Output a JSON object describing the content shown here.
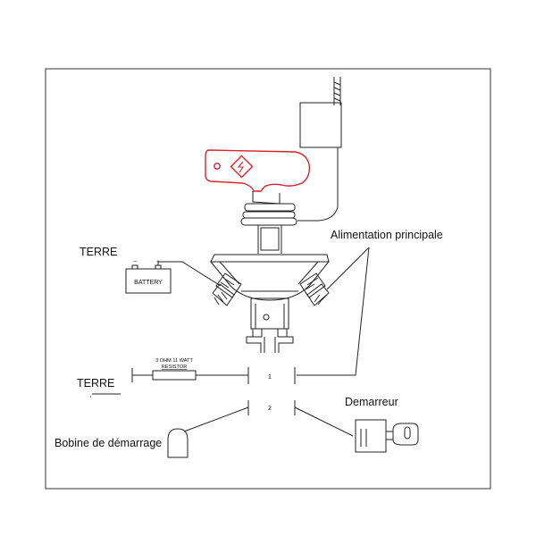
{
  "labels": {
    "terre_top": "TERRE",
    "terre_bottom": "TERRE",
    "alimentation": "Alimentation principale",
    "demarreur": "Demarreur",
    "bobine": "Bobine de démarrage",
    "battery": "BATTERY",
    "battery_minus": "−",
    "battery_plus": "+",
    "resistor_spec": "3 OHM 11 WATT",
    "resistor_name": "RESISTOR",
    "contact_1": "1",
    "contact_2": "2"
  },
  "colors": {
    "line": "#222222",
    "key_red": "#d9232d",
    "frame": "#333333"
  },
  "icons": {
    "switch_key": "lightning-key-icon",
    "ignition_key": "ignition-key-icon"
  }
}
